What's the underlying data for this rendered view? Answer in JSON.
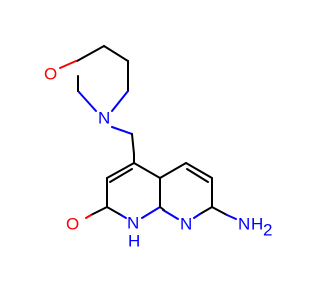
{
  "molecule": {
    "colors": {
      "carbon_bond": "#000000",
      "nitrogen": "#0000ff",
      "oxygen": "#ff0000",
      "background": "#ffffff"
    },
    "labels": {
      "morpholine_oxygen": "O",
      "morpholine_nitrogen": "N",
      "carbonyl_oxygen": "O",
      "amide_nh": "N",
      "amide_h": "H",
      "ring_nitrogen": "N",
      "amine_n": "N",
      "amine_h2": "H",
      "amine_h2_sub": "2"
    }
  }
}
